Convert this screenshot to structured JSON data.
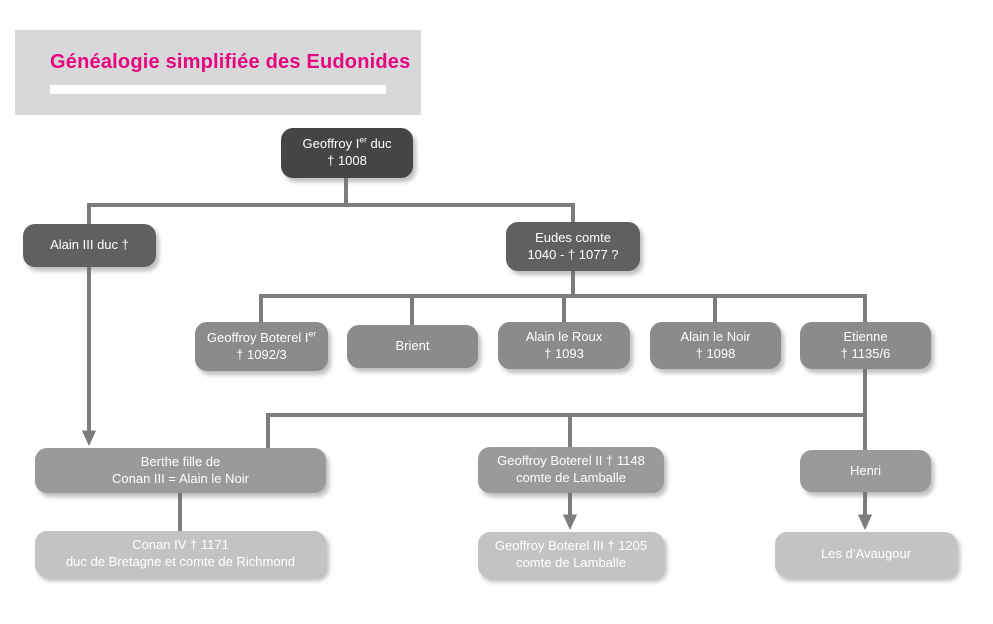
{
  "title": "Généalogie simplifiée des Eudonides",
  "colors": {
    "accent_pink": "#e5067f",
    "title_card_bg": "#d8d8da",
    "title_underline": "#ffffff",
    "level1_box": "#454547",
    "level2_box": "#606062",
    "level3_box": "#8b8b8d",
    "level4_box": "#9a9a9c",
    "level5_box": "#c3c3c5",
    "connector": "#7d7d7f",
    "node_text": "#ffffff"
  },
  "nodes": {
    "geoffroy1": {
      "l1a": "Geoffroy I",
      "l1sup": "er",
      "l1b": " duc",
      "l2": "† 1008"
    },
    "alain3": {
      "l1": "Alain III duc †"
    },
    "eudes": {
      "l1": "Eudes comte",
      "l2": "1040 - † 1077 ?"
    },
    "boterel1": {
      "l1a": "Geoffroy Boterel I",
      "l1sup": "er",
      "l2": "† 1092/3"
    },
    "brient": {
      "l1": "Brient"
    },
    "alainroux": {
      "l1": "Alain le Roux",
      "l2": "† 1093"
    },
    "alainnoir": {
      "l1": "Alain le Noir",
      "l2": "† 1098"
    },
    "etienne": {
      "l1": "Etienne",
      "l2": "† 1135/6"
    },
    "berthe": {
      "l1": "Berthe fille de",
      "l2": "Conan III = Alain le Noir"
    },
    "boterel2": {
      "l1": "Geoffroy Boterel II † 1148",
      "l2": "comte de Lamballe"
    },
    "henri": {
      "l1": "Henri"
    },
    "conan4": {
      "l1": "Conan IV † 1171",
      "l2": "duc de Bretagne et comte de Richmond"
    },
    "boterel3": {
      "l1": "Geoffroy Boterel III † 1205",
      "l2": "comte de Lamballe"
    },
    "avaugour": {
      "l1": "Les d’Avaugour"
    }
  },
  "edges": [
    {
      "from": "geoffroy1",
      "to": [
        "alain3",
        "eudes"
      ],
      "type": "bracket"
    },
    {
      "from": "eudes",
      "to": [
        "boterel1",
        "brient",
        "alainroux",
        "alainnoir",
        "etienne"
      ],
      "type": "bracket"
    },
    {
      "from": "etienne",
      "to": [
        "berthe",
        "boterel2",
        "henri"
      ],
      "type": "bracket"
    },
    {
      "from": "alain3",
      "to": [
        "berthe"
      ],
      "type": "arrow"
    },
    {
      "from": "berthe",
      "to": [
        "conan4"
      ],
      "type": "line"
    },
    {
      "from": "boterel2",
      "to": [
        "boterel3"
      ],
      "type": "arrow"
    },
    {
      "from": "henri",
      "to": [
        "avaugour"
      ],
      "type": "arrow"
    }
  ]
}
